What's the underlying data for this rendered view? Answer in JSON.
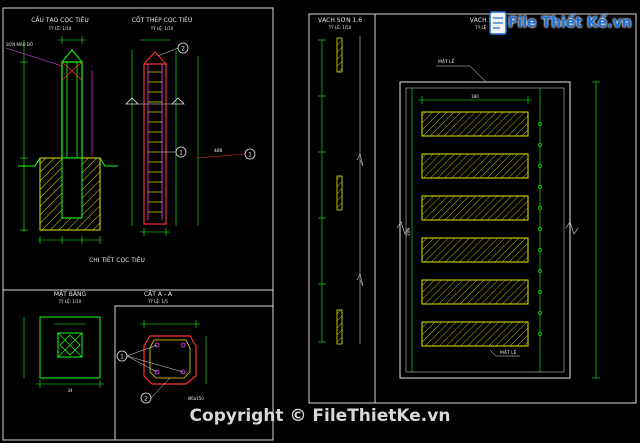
{
  "sheet_left": {
    "title": "CHI TIẾT CỌC TIÊU",
    "structure_title": "CẤU TẠO CỌC TIÊU",
    "structure_scale": "TỶ LỆ: 1/10",
    "rebar_title": "CỐT THÉP CỌC TIÊU",
    "rebar_scale": "TỶ LỆ: 1/10",
    "plan_title": "MẶT BẰNG",
    "plan_scale": "TỶ LỆ: 1/10",
    "section_title": "CẮT A - A",
    "section_scale": "TỶ LỆ: 1/5",
    "paint_label": "SƠN MÀU ĐỎ",
    "callout_1": "1",
    "callout_2": "2",
    "rebar_note": "4Ø8",
    "stirrup_note": "Ø6a150",
    "plan_dim": "34"
  },
  "sheet_right": {
    "column_title": "VẠCH SƠN 1.6",
    "column_scale": "TỶ LỆ: 1/50",
    "panel_title": "VẠCH SƠN",
    "panel_scale": "TỶ LỆ: 1/...",
    "tag_top": "MẶT LỀ",
    "tag_bottom": "MẶT LỀ",
    "width_dim": "180",
    "height_dim": "200"
  },
  "watermark": {
    "logo_text": "File Thiết Kế",
    "domain": ".vn"
  },
  "footer": {
    "copyright": "Copyright © FileThietKe.vn"
  },
  "colors": {
    "background": "#000000",
    "frame": "#d8d8d8",
    "green": "#19ff19",
    "yellow": "#e6e600",
    "red": "#ff3030",
    "magenta": "#ff40ff",
    "brand_blue": "#1d6fd6"
  }
}
